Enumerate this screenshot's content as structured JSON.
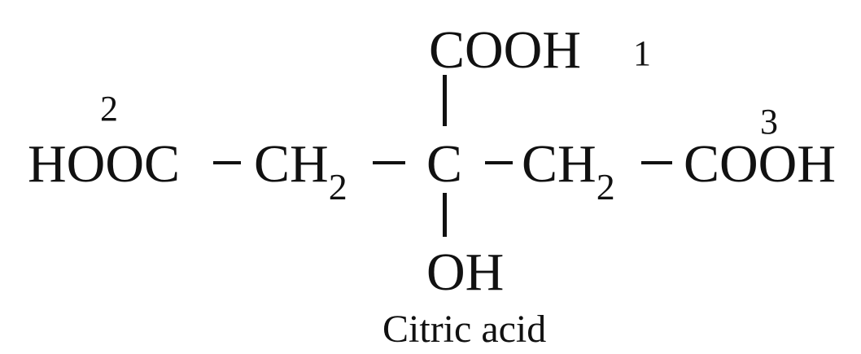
{
  "molecule": {
    "top_group": "COOH",
    "center_carbon": "C",
    "bottom_group": "OH",
    "left_terminal": "HOOC",
    "left_methylene": {
      "base": "CH",
      "subscript": "2"
    },
    "right_methylene": {
      "base": "CH",
      "subscript": "2"
    },
    "right_terminal": "COOH"
  },
  "labels": {
    "position_1": "1",
    "position_2": "2",
    "position_3": "3"
  },
  "caption": "Citric acid",
  "colors": {
    "ink": "#111111",
    "background": "#ffffff"
  }
}
